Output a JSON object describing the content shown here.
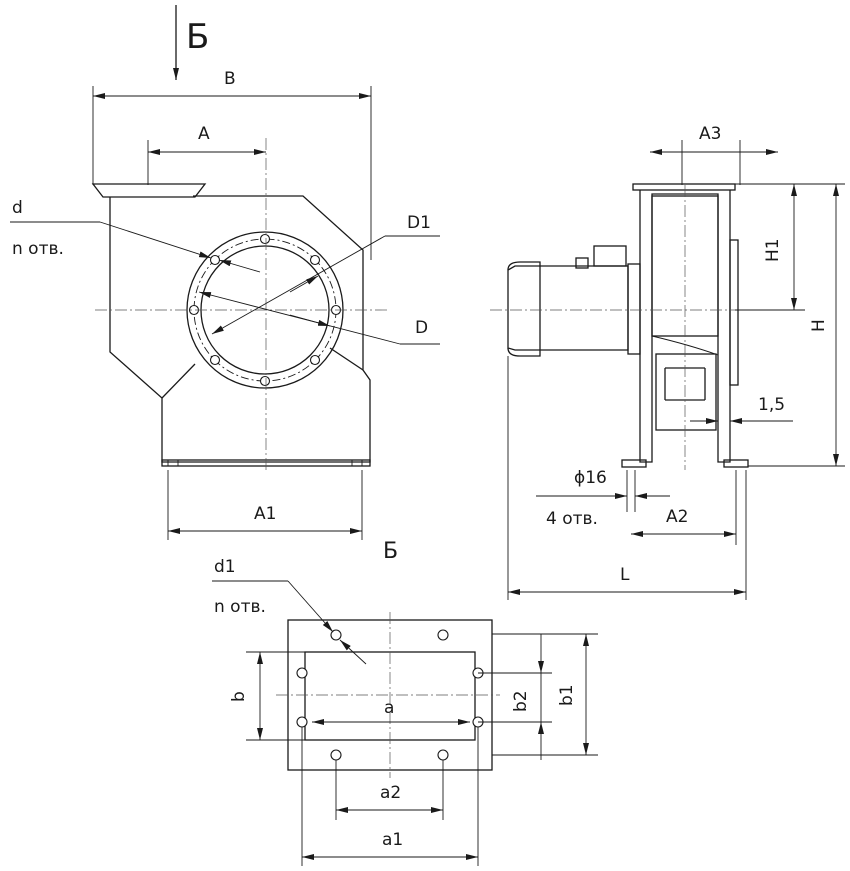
{
  "front_view": {
    "view_marker": "Б",
    "dim_B": "B",
    "dim_A": "A",
    "dim_A1": "A1",
    "dim_D": "D",
    "dim_D1": "D1",
    "dim_d": "d",
    "holes_note": "n отв."
  },
  "side_view": {
    "dim_A3": "A3",
    "dim_H1": "H1",
    "dim_H": "H",
    "dim_gap": "1,5",
    "hole_dia": "ϕ16",
    "holes_note": "4 отв.",
    "dim_A2": "A2",
    "dim_L": "L"
  },
  "outlet_view": {
    "title": "Б",
    "dim_d1": "d1",
    "holes_note": "n отв.",
    "dim_b": "b",
    "dim_a": "a",
    "dim_b2": "b2",
    "dim_b1": "b1",
    "dim_a2": "a2",
    "dim_a1": "a1"
  }
}
